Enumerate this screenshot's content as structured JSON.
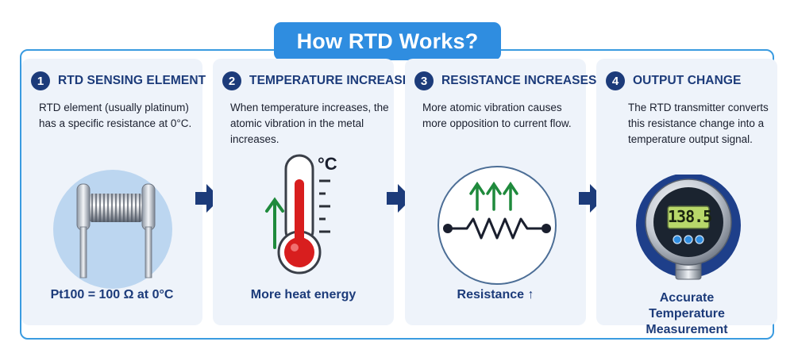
{
  "title": "How RTD Works?",
  "steps": [
    {
      "number": "1",
      "heading": "RTD SENSING ELEMENT",
      "description": "RTD element (usually platinum) has a specific resistance at 0°C.",
      "caption": "Pt100 = 100 Ω at 0°C",
      "illustration": "rtd-coil-sensor"
    },
    {
      "number": "2",
      "heading": "TEMPERATURE INCREASE",
      "description": "When temperature increases, the atomic vibration in the metal increases.",
      "caption": "More heat energy",
      "illustration": "thermometer",
      "unit_label": "°C"
    },
    {
      "number": "3",
      "heading": "RESISTANCE INCREASES",
      "description": "More atomic vibration causes more opposition to current flow.",
      "caption": "Resistance ↑",
      "illustration": "resistor-symbol"
    },
    {
      "number": "4",
      "heading": "OUTPUT CHANGE",
      "description": "The RTD transmitter converts this resistance change into a temperature output signal.",
      "caption": "Accurate Temperature Measurement",
      "illustration": "temperature-transmitter",
      "display_value": "138.5"
    }
  ],
  "colors": {
    "accent_blue": "#2f8de0",
    "navy": "#1c3b7a",
    "panel_bg": "#eef3fa",
    "up_arrow_green": "#1f8a3c",
    "thermo_red": "#d81e1e"
  }
}
